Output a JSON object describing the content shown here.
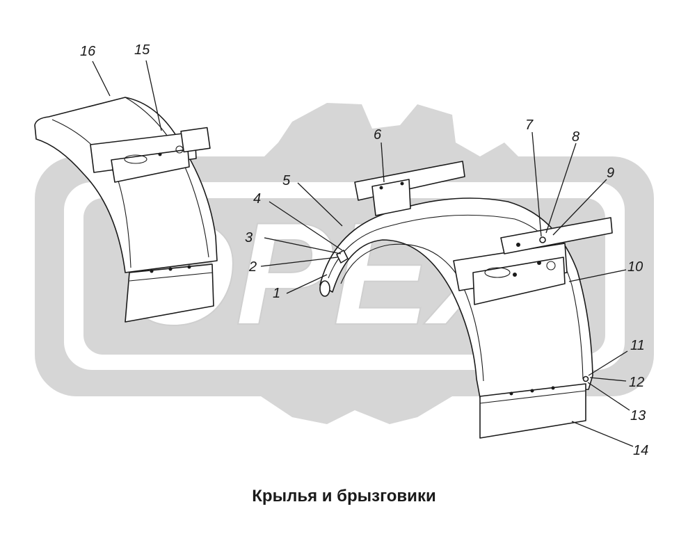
{
  "caption": "Крылья и брызговики",
  "watermark_text": "OPEX",
  "callouts": [
    "1",
    "2",
    "3",
    "4",
    "5",
    "6",
    "7",
    "8",
    "9",
    "10",
    "11",
    "12",
    "13",
    "14",
    "15",
    "16"
  ]
}
